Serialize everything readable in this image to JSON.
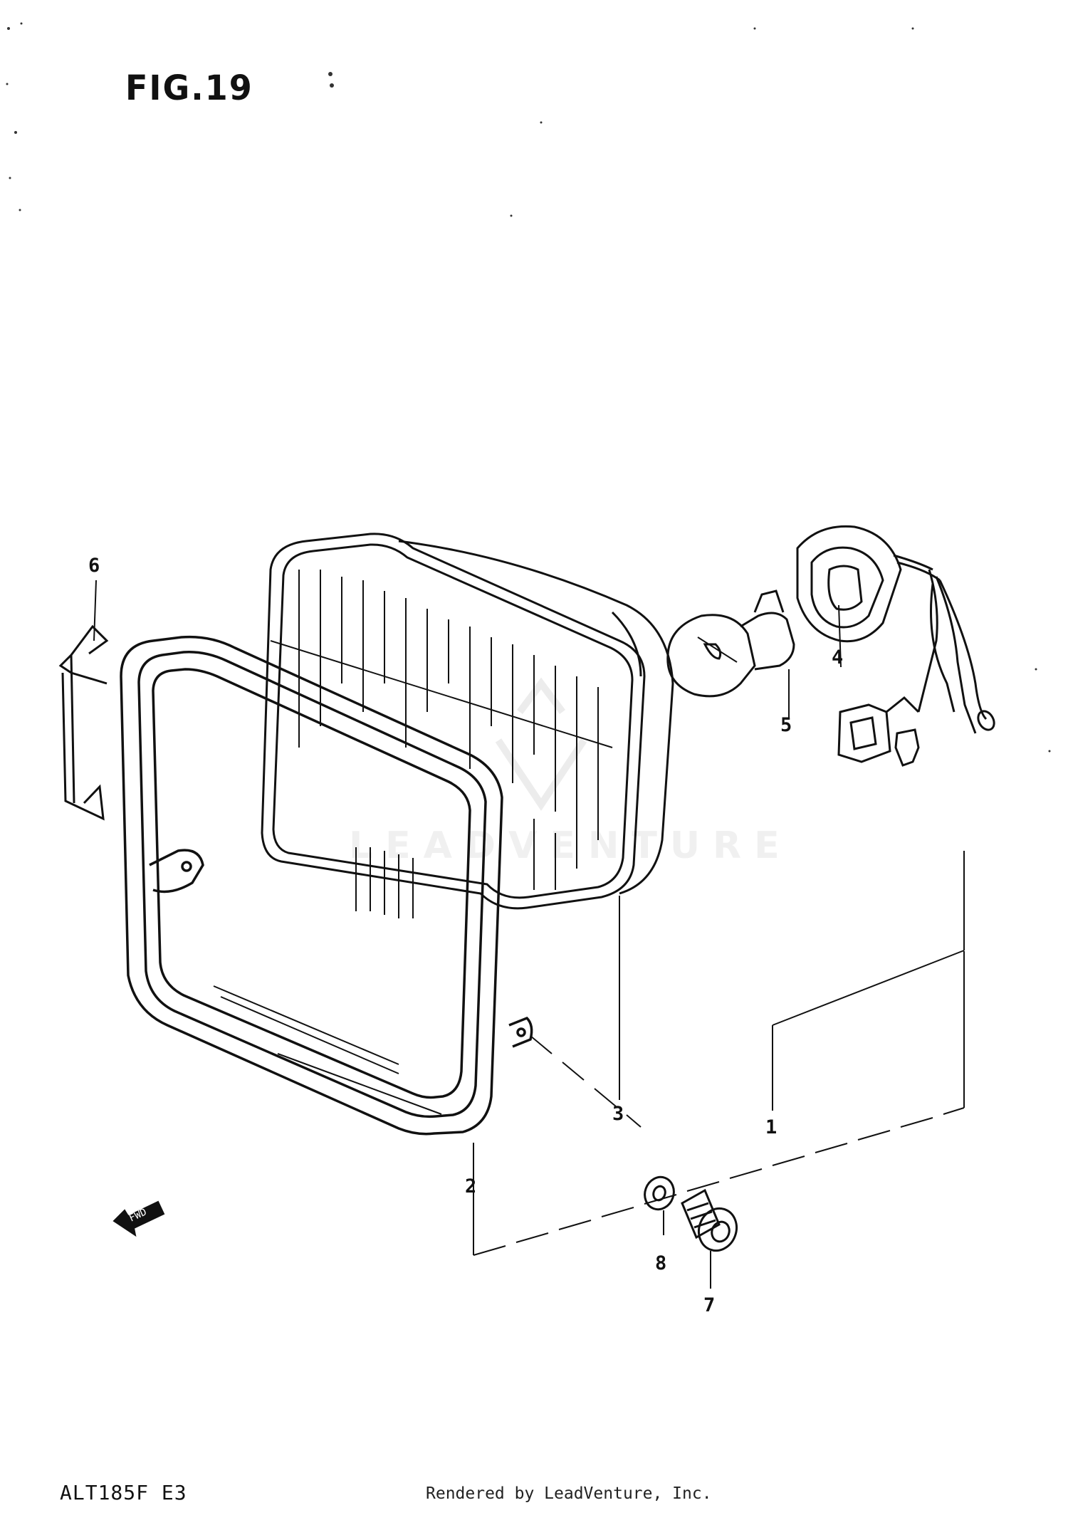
{
  "figure": {
    "title": "FIG.19"
  },
  "watermark": {
    "text": "LEADVENTURE"
  },
  "callouts": [
    "1",
    "2",
    "3",
    "4",
    "5",
    "6",
    "7",
    "8"
  ],
  "footer": {
    "model_code": "ALT185F E3",
    "rendered_by": "Rendered by LeadVenture, Inc."
  },
  "colors": {
    "ink": "#111111",
    "paper": "#ffffff"
  }
}
